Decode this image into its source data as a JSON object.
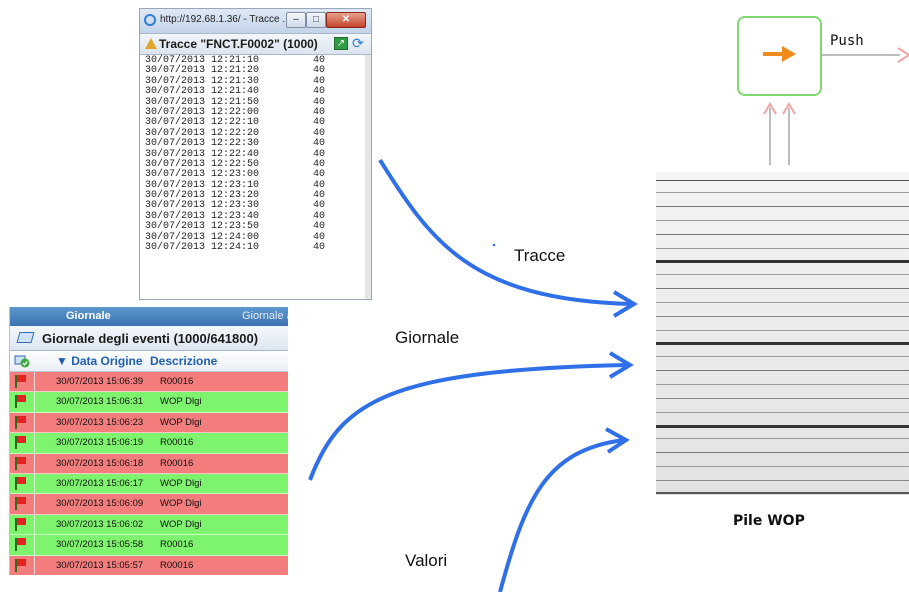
{
  "tracce_window": {
    "url": "http://192.68.1.36/ - Tracce ...",
    "title": "Tracce \"FNCT.F0002\" (1000)",
    "rows": [
      {
        "time": "30/07/2013 12:21:10",
        "value": "40"
      },
      {
        "time": "30/07/2013 12:21:20",
        "value": "40"
      },
      {
        "time": "30/07/2013 12:21:30",
        "value": "40"
      },
      {
        "time": "30/07/2013 12:21:40",
        "value": "40"
      },
      {
        "time": "30/07/2013 12:21:50",
        "value": "40"
      },
      {
        "time": "30/07/2013 12:22:00",
        "value": "40"
      },
      {
        "time": "30/07/2013 12:22:10",
        "value": "40"
      },
      {
        "time": "30/07/2013 12:22:20",
        "value": "40"
      },
      {
        "time": "30/07/2013 12:22:30",
        "value": "40"
      },
      {
        "time": "30/07/2013 12:22:40",
        "value": "40"
      },
      {
        "time": "30/07/2013 12:22:50",
        "value": "40"
      },
      {
        "time": "30/07/2013 12:23:00",
        "value": "40"
      },
      {
        "time": "30/07/2013 12:23:10",
        "value": "40"
      },
      {
        "time": "30/07/2013 12:23:20",
        "value": "40"
      },
      {
        "time": "30/07/2013 12:23:30",
        "value": "40"
      },
      {
        "time": "30/07/2013 12:23:40",
        "value": "40"
      },
      {
        "time": "30/07/2013 12:23:50",
        "value": "40"
      },
      {
        "time": "30/07/2013 12:24:00",
        "value": "40"
      },
      {
        "time": "30/07/2013 12:24:10",
        "value": "40"
      }
    ]
  },
  "giornale_panel": {
    "tab_active": "Giornale",
    "tab_other": "Giornale atti",
    "title": "Giornale degli eventi (1000/641800)",
    "col_date": "▼ Data Origine",
    "col_desc": "Descrizione",
    "rows": [
      {
        "date": "30/07/2013 15:06:39",
        "desc": "R00016",
        "status": "red"
      },
      {
        "date": "30/07/2013 15:06:31",
        "desc": "WOP Dlgi",
        "status": "green"
      },
      {
        "date": "30/07/2013 15:06:23",
        "desc": "WOP Dlgi",
        "status": "red"
      },
      {
        "date": "30/07/2013 15:06:19",
        "desc": "R00016",
        "status": "green"
      },
      {
        "date": "30/07/2013 15:06:18",
        "desc": "R00016",
        "status": "red"
      },
      {
        "date": "30/07/2013 15:06:17",
        "desc": "WOP Dlgi",
        "status": "green"
      },
      {
        "date": "30/07/2013 15:06:09",
        "desc": "WOP Dlgi",
        "status": "red"
      },
      {
        "date": "30/07/2013 15:06:02",
        "desc": "WOP Dlgi",
        "status": "green"
      },
      {
        "date": "30/07/2013 15:05:58",
        "desc": "R00016",
        "status": "green"
      },
      {
        "date": "30/07/2013 15:05:57",
        "desc": "R00016",
        "status": "red"
      }
    ]
  },
  "labels": {
    "tracce": "Tracce",
    "giornale": "Giornale",
    "valori": "Valori",
    "push": "Push",
    "pile": "Pile WOP"
  },
  "colors": {
    "flow_arrow": "#2f6fe8",
    "push_box_border": "#7fd96f",
    "push_arrow": "#f08a1c",
    "row_red": "#f37c7c",
    "row_green": "#7ef36e"
  }
}
